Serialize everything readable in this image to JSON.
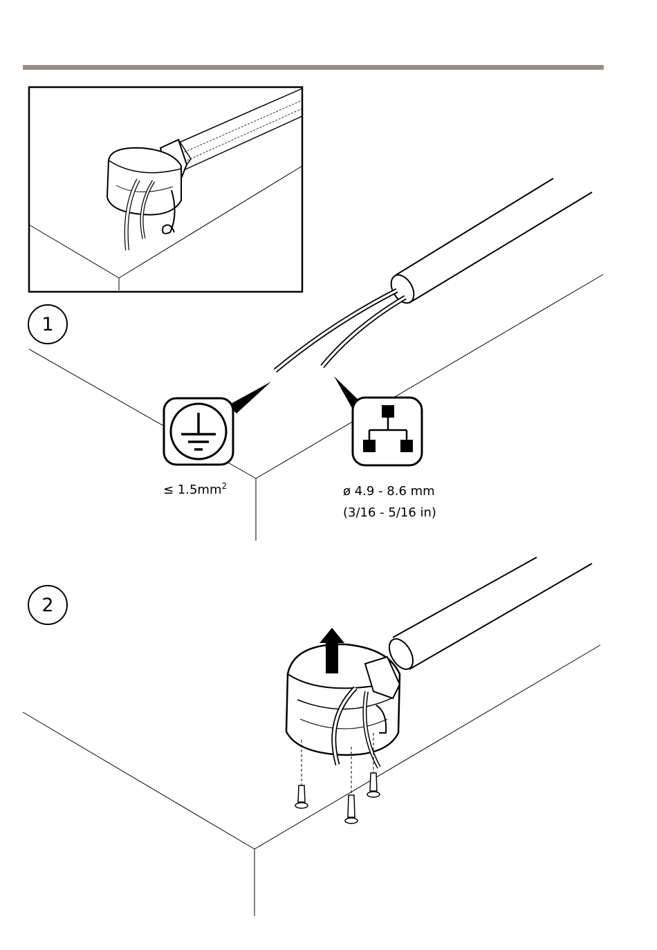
{
  "colors": {
    "rule": "#9e8d80",
    "ink": "#000000",
    "paper": "#ffffff"
  },
  "steps": [
    {
      "number": "1"
    },
    {
      "number": "2"
    }
  ],
  "step1": {
    "ground_icon": "protective-earth-icon",
    "network_icon": "network-icon",
    "wire_gauge": {
      "prefix": "≤ 1.5mm",
      "exponent": "2"
    },
    "cable_diameter_mm": "ø 4.9 - 8.6 mm",
    "cable_diameter_in": "(3/16 - 5/16 in)"
  },
  "step2": {
    "arrow_icon": "up-arrow-icon",
    "screw_icon": "screw-icon"
  }
}
